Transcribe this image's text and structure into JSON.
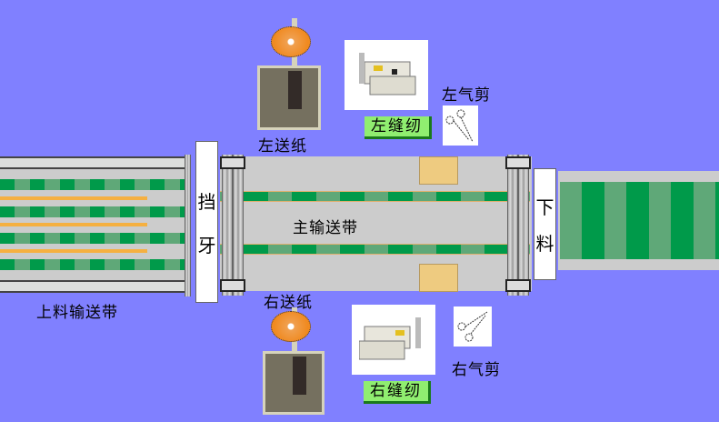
{
  "labels": {
    "feed_conveyor": "上料输送带",
    "main_conveyor": "主输送带",
    "stopper": [
      "挡",
      "牙"
    ],
    "unload": [
      "下",
      "料"
    ],
    "left_paper_feed": "左送纸",
    "right_paper_feed": "右送纸",
    "left_air_scissors": "左气剪",
    "right_air_scissors": "右气剪"
  },
  "buttons": {
    "left_sew": "左缝纫",
    "right_sew": "右缝纫"
  },
  "colors": {
    "background": "#8080ff",
    "belt_green": "#009a4a",
    "button_green": "#90ee70"
  }
}
